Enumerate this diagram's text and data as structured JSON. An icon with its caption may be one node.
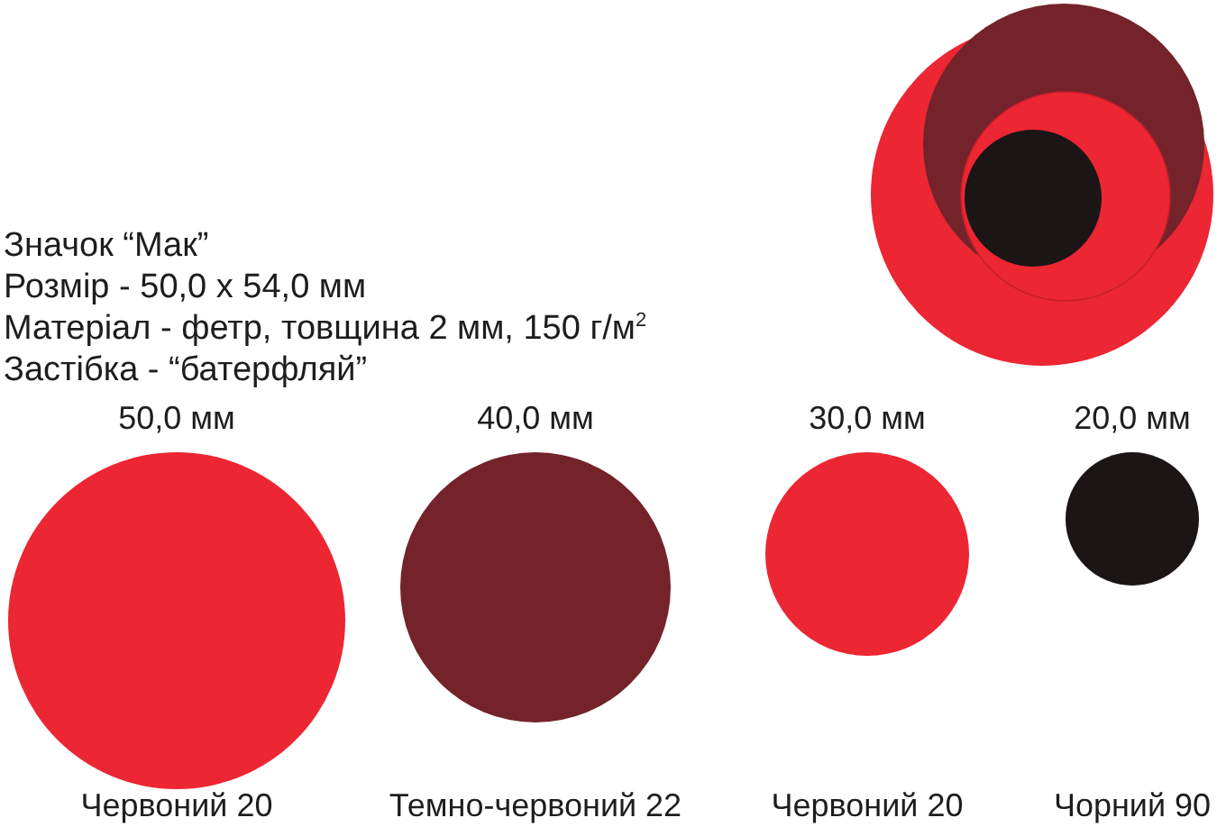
{
  "diagram": {
    "nodes": [
      {
        "text": [
          "50,0 мм"
        ]
      },
      {
        "text": [
          "40,0 мм"
        ]
      },
      {
        "text": [
          "30,0 мм"
        ]
      },
      {
        "text": [
          "20,0 мм"
        ]
      }
    ],
    "labels": [
      "Значок “Мак”",
      "Розмір - 50,0 х 54,0 мм",
      "Матеріал - фетр, товщина 2 мм, 150 г/м$^{2}$",
      "Застібка - “батерфляй”",
      "Червоний 20",
      "Темно-червоний 22",
      "Червоний 20",
      "Чорний 90"
    ]
  }
}
